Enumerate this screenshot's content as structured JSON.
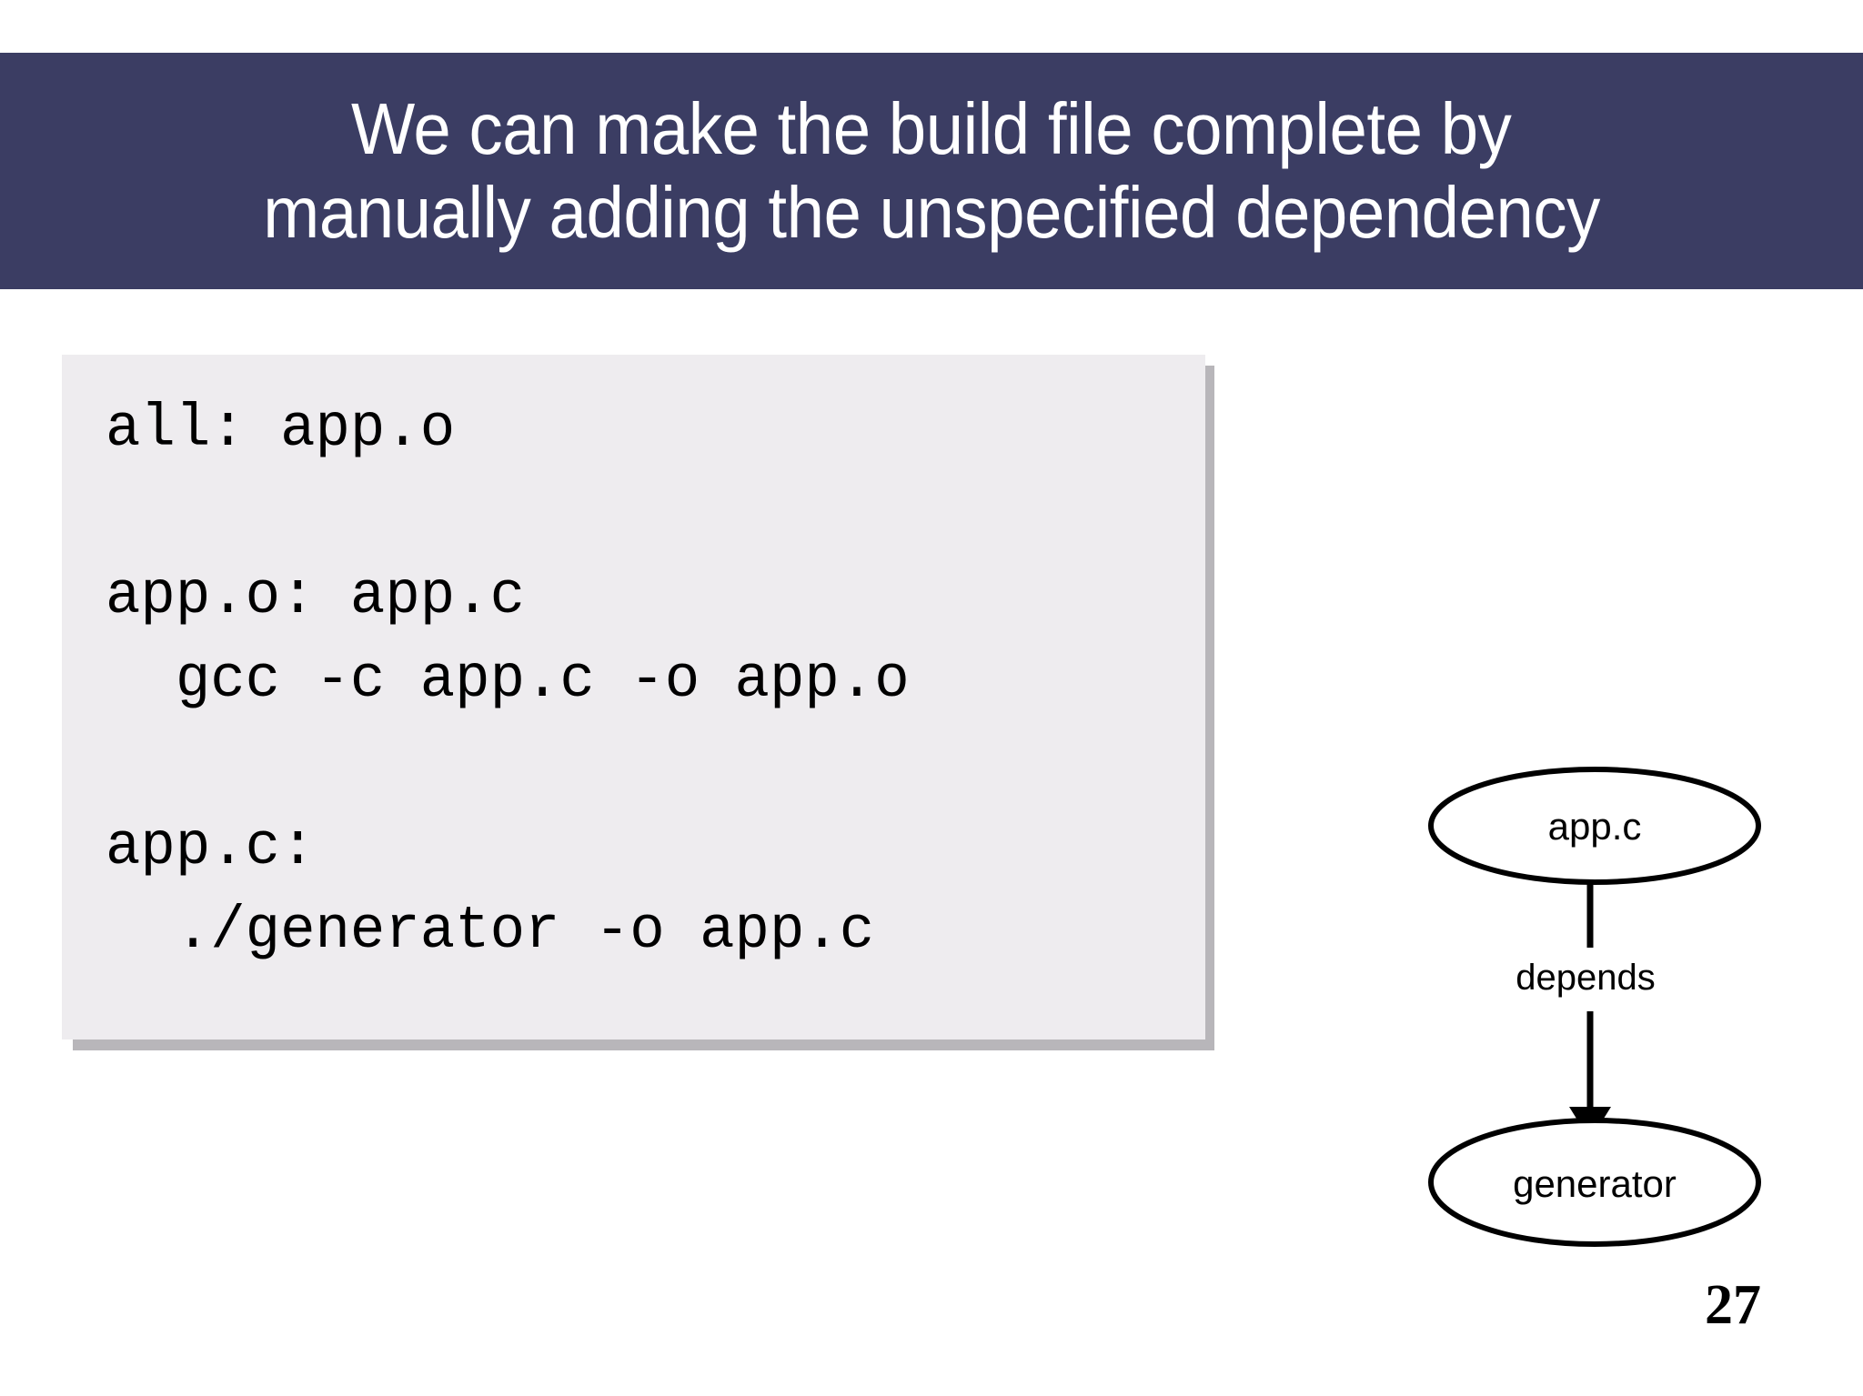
{
  "slide": {
    "title_lines": [
      "We can make the build file complete by",
      "manually adding the unspecified dependency"
    ],
    "page_number": "27",
    "colors": {
      "title_band_background": "#3b3d63",
      "title_text": "#ffffff",
      "code_background": "#eeecef",
      "code_shadow": "#b8b6ba",
      "code_text": "#000000",
      "diagram_stroke": "#000000",
      "page_background": "#ffffff"
    }
  },
  "code_block": {
    "language": "makefile",
    "lines": [
      "all: app.o",
      "",
      "app.o: app.c",
      "  gcc -c app.c -o app.o",
      "",
      "app.c:",
      "  ./generator -o app.c"
    ],
    "text": "all: app.o\n\napp.o: app.c\n  gcc -c app.c -o app.o\n\napp.c:\n  ./generator -o app.c"
  },
  "diagram": {
    "type": "dependency-graph",
    "nodes": [
      {
        "id": "app-c",
        "label": "app.c",
        "shape": "ellipse"
      },
      {
        "id": "generator",
        "label": "generator",
        "shape": "ellipse"
      }
    ],
    "edges": [
      {
        "from": "app-c",
        "to": "generator",
        "label": "depends",
        "arrow": "filled-triangle"
      }
    ]
  }
}
